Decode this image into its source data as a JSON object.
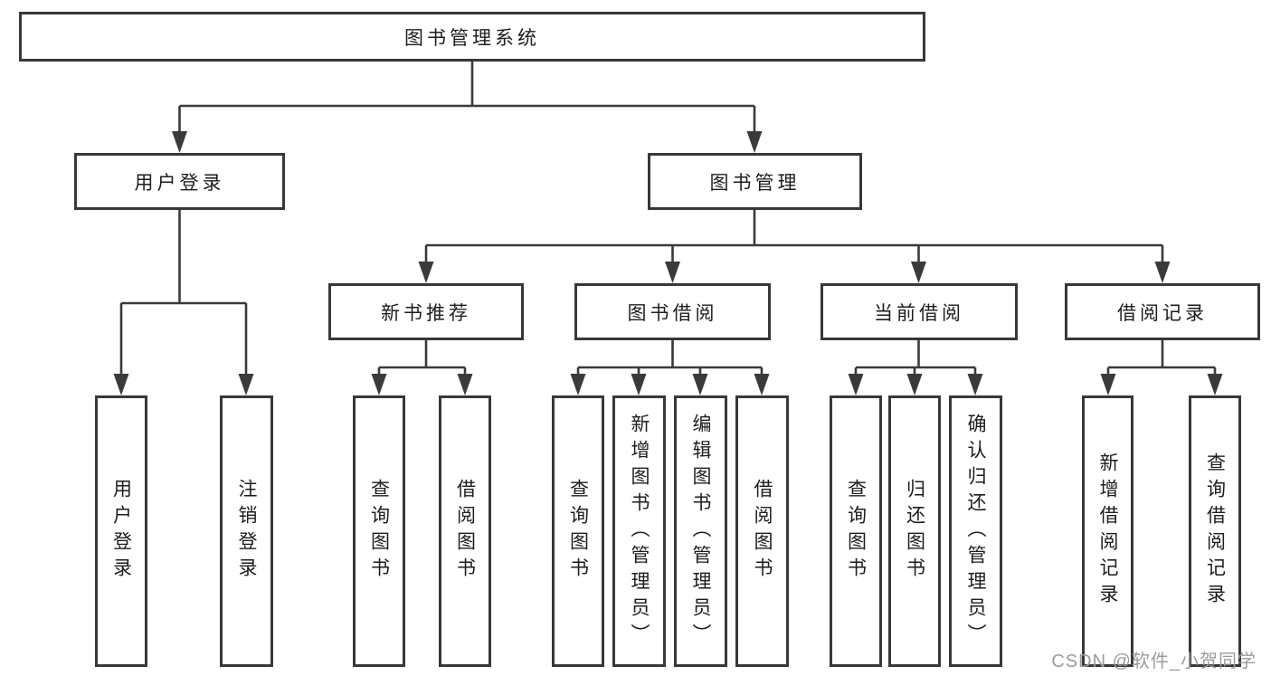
{
  "diagram": {
    "tree": {
      "label": "图书管理系统",
      "children": [
        {
          "label": "用户登录",
          "children": [
            {
              "label": "用户登录"
            },
            {
              "label": "注销登录"
            }
          ]
        },
        {
          "label": "图书管理",
          "children": [
            {
              "label": "新书推荐",
              "children": [
                {
                  "label": "查询图书"
                },
                {
                  "label": "借阅图书"
                }
              ]
            },
            {
              "label": "图书借阅",
              "children": [
                {
                  "label": "查询图书"
                },
                {
                  "label": "新增图书（管理员）"
                },
                {
                  "label": "编辑图书（管理员）"
                },
                {
                  "label": "借阅图书"
                }
              ]
            },
            {
              "label": "当前借阅",
              "children": [
                {
                  "label": "查询图书"
                },
                {
                  "label": "归还图书"
                },
                {
                  "label": "确认归还（管理员）"
                }
              ]
            },
            {
              "label": "借阅记录",
              "children": [
                {
                  "label": "新增借阅记录"
                },
                {
                  "label": "查询借阅记录"
                }
              ]
            }
          ]
        }
      ]
    },
    "watermark": {
      "text": "CSDN @软件_小贺同学"
    },
    "colors": {
      "line": "#3a3a3a",
      "border": "#383838",
      "text": "#1d1d1d",
      "watermark": "#9b9b9b",
      "background": "#ffffff"
    }
  }
}
